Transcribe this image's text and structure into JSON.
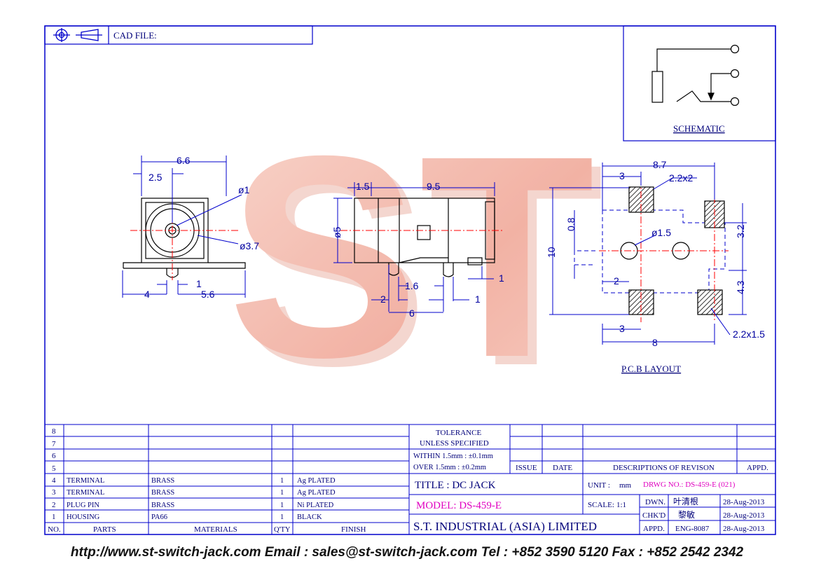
{
  "header": {
    "cad_label": "CAD FILE:"
  },
  "schematic": {
    "label": "SCHEMATIC"
  },
  "side_view": {
    "dims": {
      "width": "6.6",
      "offset": "2.5",
      "hole": "ø1",
      "barrel": "ø3.7",
      "left": "4",
      "pin": "1",
      "right": "5.6"
    }
  },
  "front_view": {
    "dims": {
      "front": "1.5",
      "length": "9.5",
      "diameter": "ø5",
      "pin_gap": "1.6",
      "pin_a": "2",
      "pin_b": "1",
      "pin_c": "1",
      "span": "6"
    }
  },
  "pcb": {
    "label": "P.C.B LAYOUT",
    "dims": {
      "top_w": "8.7",
      "top_a": "3",
      "pad_top": "2.2x2",
      "hole_d": "ø1.5",
      "off": "0.8",
      "height": "10",
      "v1": "3.2",
      "v2": "4.3",
      "x2": "2",
      "bot_a": "3",
      "bot_w": "8",
      "pad_bot": "2.2x1.5"
    }
  },
  "watermark": "ST",
  "title_block": {
    "tolerance": {
      "title": "TOLERANCE",
      "subtitle": "UNLESS   SPECIFIED",
      "line1": "WITHIN  1.5mm : ±0.1mm",
      "line2": "OVER    1.5mm : ±0.2mm"
    },
    "revision_headers": {
      "issue": "ISSUE",
      "date": "DATE",
      "desc": "DESCRIPTIONS  OF  REVISON",
      "appd": "APPD."
    },
    "bom_headers": {
      "no": "NO.",
      "parts": "PARTS",
      "materials": "MATERIALS",
      "qty": "Q'TY",
      "finish": "FINISH"
    },
    "bom_rows": [
      {
        "no": "8",
        "part": "",
        "material": "",
        "qty": "",
        "finish": ""
      },
      {
        "no": "7",
        "part": "",
        "material": "",
        "qty": "",
        "finish": ""
      },
      {
        "no": "6",
        "part": "",
        "material": "",
        "qty": "",
        "finish": ""
      },
      {
        "no": "5",
        "part": "",
        "material": "",
        "qty": "",
        "finish": ""
      },
      {
        "no": "4",
        "part": "TERMINAL",
        "material": "BRASS",
        "qty": "1",
        "finish": "Ag PLATED"
      },
      {
        "no": "3",
        "part": "TERMINAL",
        "material": "BRASS",
        "qty": "1",
        "finish": "Ag PLATED"
      },
      {
        "no": "2",
        "part": "PLUG  PIN",
        "material": "BRASS",
        "qty": "1",
        "finish": "Ni PLATED"
      },
      {
        "no": "1",
        "part": "HOUSING",
        "material": "PA66",
        "qty": "1",
        "finish": "BLACK"
      }
    ],
    "title": "TITLE : DC JACK",
    "model": "MODEL: DS-459-E",
    "company": "S.T.  INDUSTRIAL  (ASIA)  LIMITED",
    "unit_label": "UNIT :",
    "unit_value": "mm",
    "scale_label": "SCALE:",
    "scale_value": "1:1",
    "drwg_no": "DRWG NO.: DS-459-E (021)",
    "signoffs": [
      {
        "role": "DWN.",
        "name": "叶清根",
        "date": "28-Aug-2013"
      },
      {
        "role": "CHK'D",
        "name": "黎敏",
        "date": "28-Aug-2013"
      },
      {
        "role": "APPD.",
        "name": "ENG-8087",
        "date": "28-Aug-2013"
      }
    ]
  },
  "footer": "http://www.st-switch-jack.com  Email : sales@st-switch-jack.com  Tel : +852 3590 5120  Fax : +852 2542 2342",
  "colors": {
    "frame": "#0000cc",
    "ink": "#000000",
    "center_line": "#ff0000",
    "watermark": "#f4b8aa",
    "model_text": "#e000c0"
  }
}
